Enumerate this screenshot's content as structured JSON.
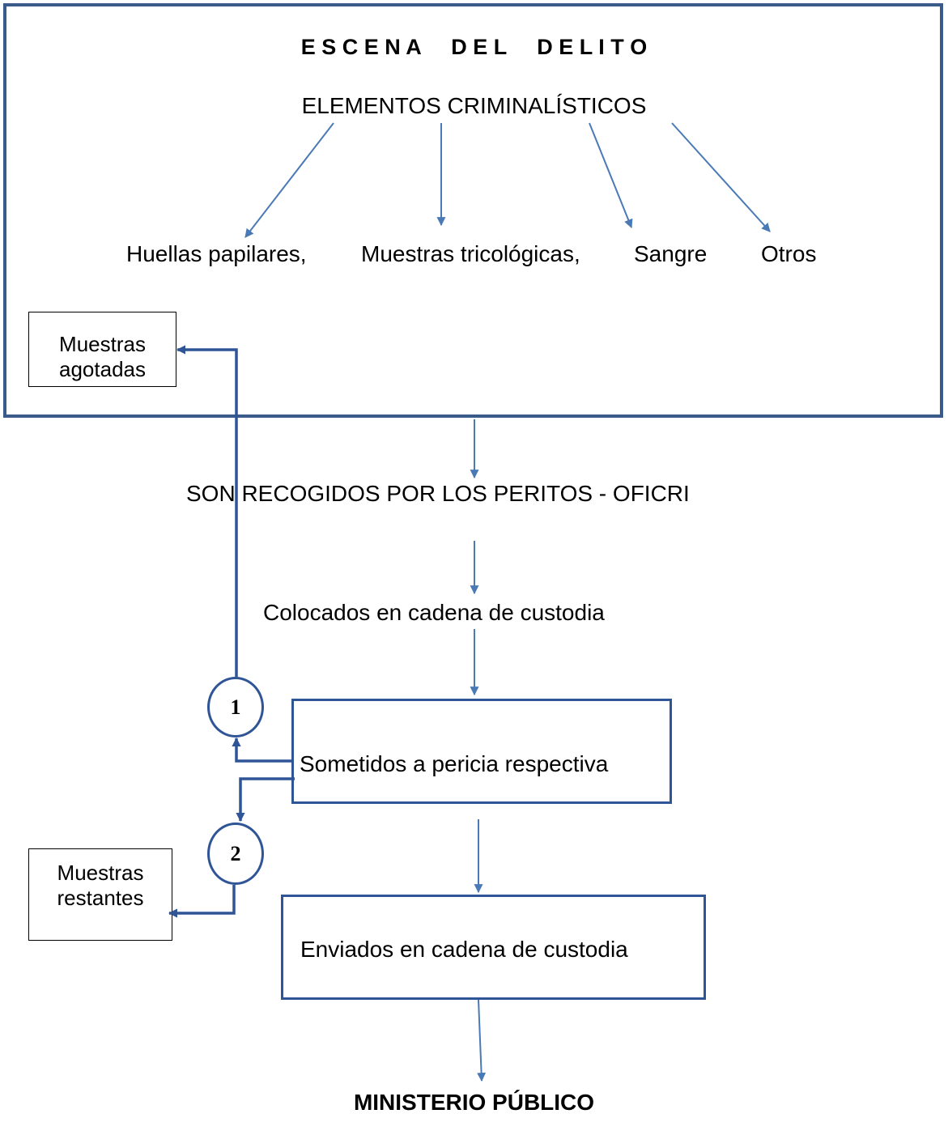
{
  "scene": {
    "title": "E S C E N A     D E L     D E L I T O",
    "subtitle": "ELEMENTOS CRIMINALÍSTICOS",
    "elements": [
      "Huellas papilares,",
      "Muestras tricológicas,",
      "Sangre",
      "Otros"
    ]
  },
  "flow": {
    "collected": "SON RECOGIDOS POR LOS PERITOS  -  OFICRI",
    "placed": "Colocados en cadena de custodia",
    "analyzed": "Sometidos a pericia respectiva",
    "sent": "Enviados en cadena de custodia",
    "destination": "MINISTERIO PÚBLICO"
  },
  "branches": {
    "one": {
      "number": "1",
      "label": "Muestras agotadas"
    },
    "two": {
      "number": "2",
      "label": "Muestras restantes"
    }
  },
  "colors": {
    "arrow": "#4a7ab5",
    "box_border": "#2f5597",
    "frame": "#3a5a8a"
  }
}
